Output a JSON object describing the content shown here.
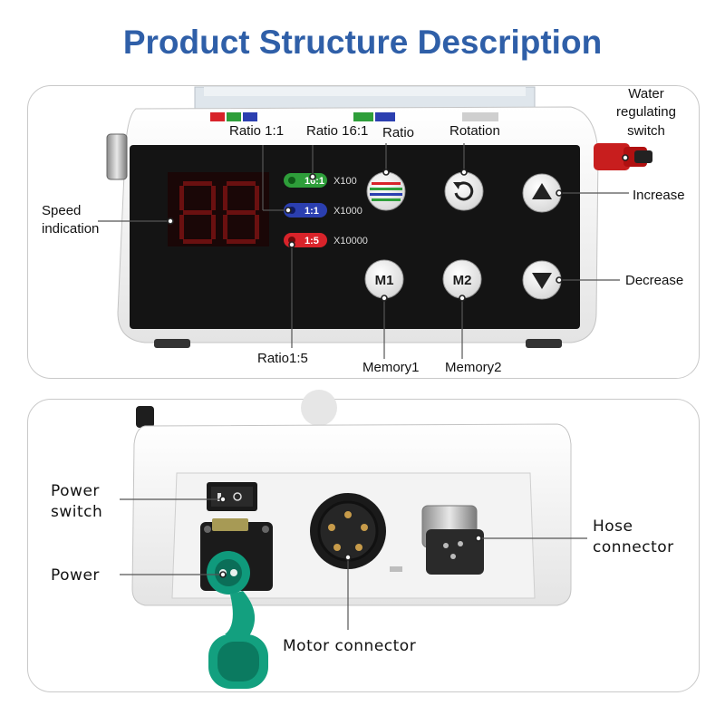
{
  "title": "Product Structure Description",
  "front_panel": {
    "speed_indication": "Speed indication",
    "ratio_1_1": "Ratio 1:1",
    "ratio_16_1": "Ratio 16:1",
    "ratio": "Ratio",
    "rotation": "Rotation",
    "water_regulating_switch": "Water regulating switch",
    "increase": "Increase",
    "decrease": "Decrease",
    "ratio_1_5": "Ratio1:5",
    "memory1": "Memory1",
    "memory2": "Memory2",
    "display_digits": "88",
    "ratio_tags": [
      {
        "tag": "16:1",
        "mult": "X100",
        "color": "#2e9e3a"
      },
      {
        "tag": "1:1",
        "mult": "X1000",
        "color": "#2b3fb0"
      },
      {
        "tag": "1:5",
        "mult": "X10000",
        "color": "#d8232a"
      }
    ],
    "m1": "M1",
    "m2": "M2"
  },
  "back_panel": {
    "power_switch": "Power switch",
    "power": "Power",
    "motor_connector": "Motor connector",
    "hose_connector": "Hose connector"
  }
}
